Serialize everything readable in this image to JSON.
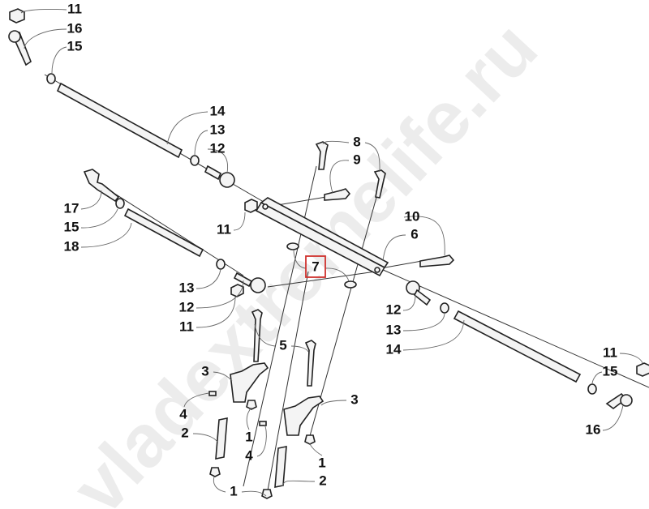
{
  "diagram": {
    "type": "exploded-parts-diagram",
    "watermark": "vladextremelife.ru",
    "highlight_color": "#d0312d",
    "highlighted_callout": "7",
    "callouts": [
      "11",
      "16",
      "15",
      "14",
      "13",
      "12",
      "8",
      "9",
      "17",
      "15",
      "18",
      "11",
      "10",
      "6",
      "7",
      "13",
      "12",
      "11",
      "12",
      "13",
      "14",
      "5",
      "3",
      "3",
      "4",
      "2",
      "1",
      "4",
      "1",
      "2",
      "1",
      "11",
      "15",
      "16"
    ]
  }
}
